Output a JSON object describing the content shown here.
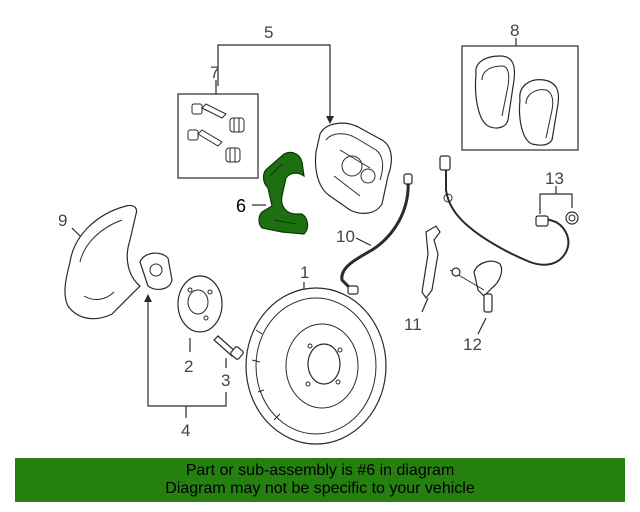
{
  "callouts": {
    "c1": "1",
    "c2": "2",
    "c3": "3",
    "c4": "4",
    "c5": "5",
    "c6": "6",
    "c7": "7",
    "c8": "8",
    "c9": "9",
    "c10": "10",
    "c11": "11",
    "c12": "12",
    "c13": "13"
  },
  "highlighted_part": "6",
  "highlight_color": "#1e6e12",
  "banner": {
    "line1": "Part or sub-assembly is #6 in diagram",
    "line2": "Diagram may not be specific to your vehicle",
    "color": "#258010"
  }
}
